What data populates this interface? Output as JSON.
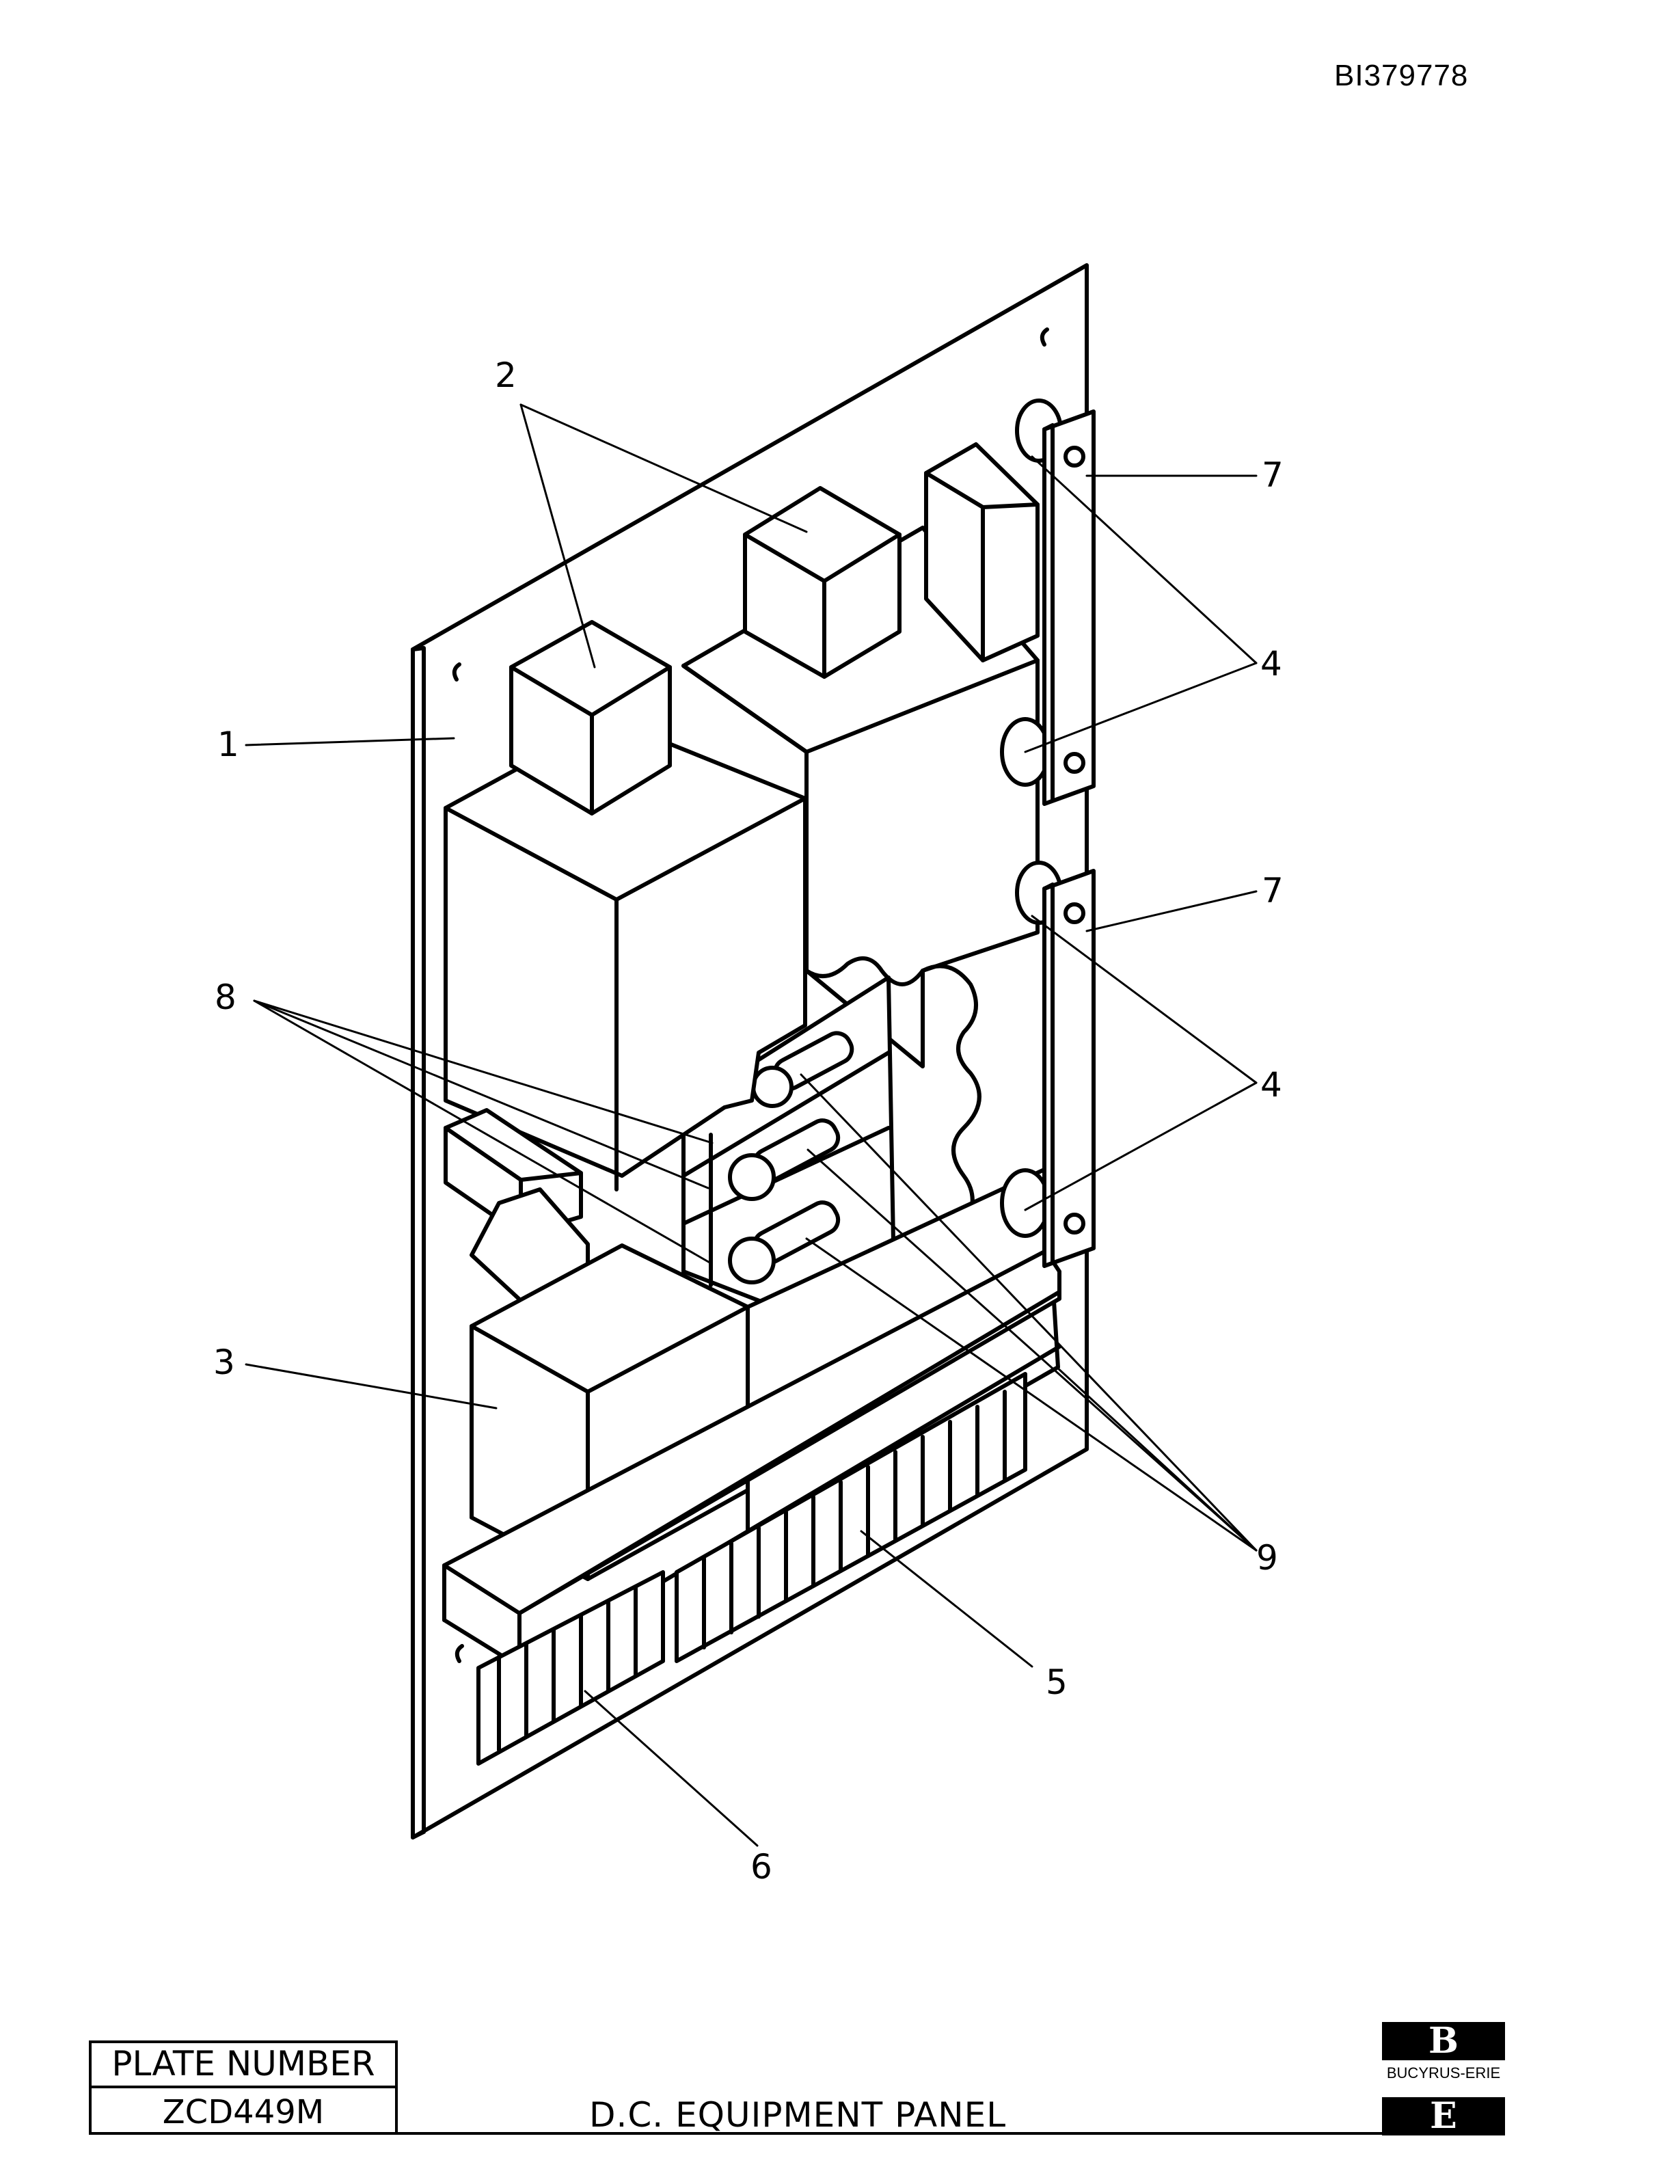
{
  "header": {
    "doc_id": "BI379778"
  },
  "callouts": [
    {
      "id": "c1",
      "text": "1"
    },
    {
      "id": "c2",
      "text": "2"
    },
    {
      "id": "c3",
      "text": "3"
    },
    {
      "id": "c4a",
      "text": "4"
    },
    {
      "id": "c4b",
      "text": "4"
    },
    {
      "id": "c5",
      "text": "5"
    },
    {
      "id": "c6",
      "text": "6"
    },
    {
      "id": "c7a",
      "text": "7"
    },
    {
      "id": "c7b",
      "text": "7"
    },
    {
      "id": "c8",
      "text": "8"
    },
    {
      "id": "c9",
      "text": "9"
    }
  ],
  "footer": {
    "plate_label": "PLATE NUMBER",
    "plate_number": "ZCD449M",
    "title": "D.C. EQUIPMENT PANEL",
    "logo_top": "B",
    "logo_name": "BUCYRUS-ERIE",
    "logo_bottom": "E"
  }
}
